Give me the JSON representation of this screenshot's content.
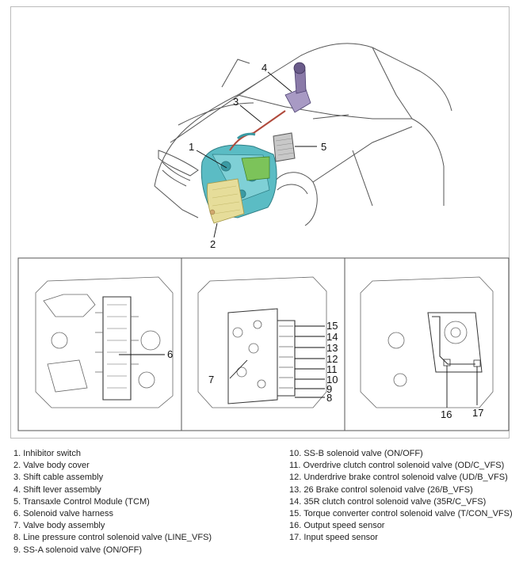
{
  "colors": {
    "outline": "#444444",
    "transaxle": "#5bbcc4",
    "valve_cover": "#e6dd9a",
    "tcm": "#c8c8c8",
    "harness": "#7cc35a",
    "shift_lever": "#8a7aa8",
    "cable": "#b04a3c"
  },
  "callouts": {
    "c1": "1",
    "c2": "2",
    "c3": "3",
    "c4": "4",
    "c5": "5",
    "c6": "6",
    "c7": "7",
    "c8": "8",
    "c9": "9",
    "c10": "10",
    "c11": "11",
    "c12": "12",
    "c13": "13",
    "c14": "14",
    "c15": "15",
    "c16": "16",
    "c17": "17"
  },
  "legend_left": [
    "1. Inhibitor switch",
    "2. Valve body cover",
    "3. Shift cable assembly",
    "4. Shift lever assembly",
    "5. Transaxle Control Module (TCM)",
    "6. Solenoid valve harness",
    "7. Valve body assembly",
    "8. Line pressure control solenoid valve (LINE_VFS)",
    "9. SS-A solenoid valve (ON/OFF)"
  ],
  "legend_right": [
    "10. SS-B solenoid valve (ON/OFF)",
    "11. Overdrive clutch control solenoid valve (OD/C_VFS)",
    "12. Underdrive brake control solenoid valve (UD/B_VFS)",
    "13. 26 Brake control solenoid valve (26/B_VFS)",
    "14. 35R clutch control solenoid valve (35R/C_VFS)",
    "15. Torque converter control solenoid valve (T/CON_VFS)",
    "16. Output speed sensor",
    "17. Input speed sensor"
  ]
}
